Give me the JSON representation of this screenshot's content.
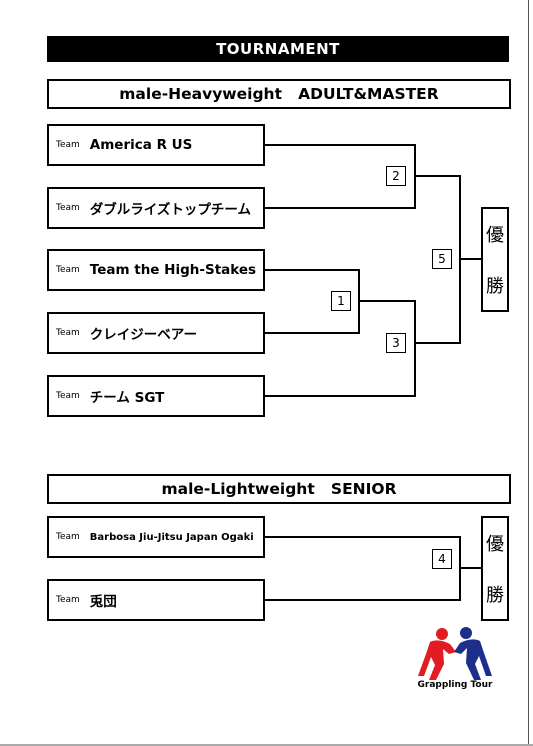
{
  "title": "TOURNAMENT",
  "team_label": "Team",
  "sections": [
    {
      "name": "male-Heavyweight   ADULT&MASTER",
      "teams": [
        "America R US",
        "ダブルライズトップチーム",
        "Team the High-Stakes",
        "クレイジーベアー",
        "チーム SGT"
      ],
      "matches": [
        "1",
        "2",
        "3",
        "5"
      ],
      "champion": [
        "優",
        "勝"
      ]
    },
    {
      "name": "male-Lightweight   SENIOR",
      "teams": [
        "Barbosa Jiu-Jitsu Japan Ogaki",
        "兎団"
      ],
      "matches": [
        "4"
      ],
      "champion": [
        "優",
        "勝"
      ]
    }
  ],
  "logo": {
    "text": "Grappling Tour",
    "colors": {
      "left": "#e31b23",
      "right": "#1d2f8a"
    }
  }
}
